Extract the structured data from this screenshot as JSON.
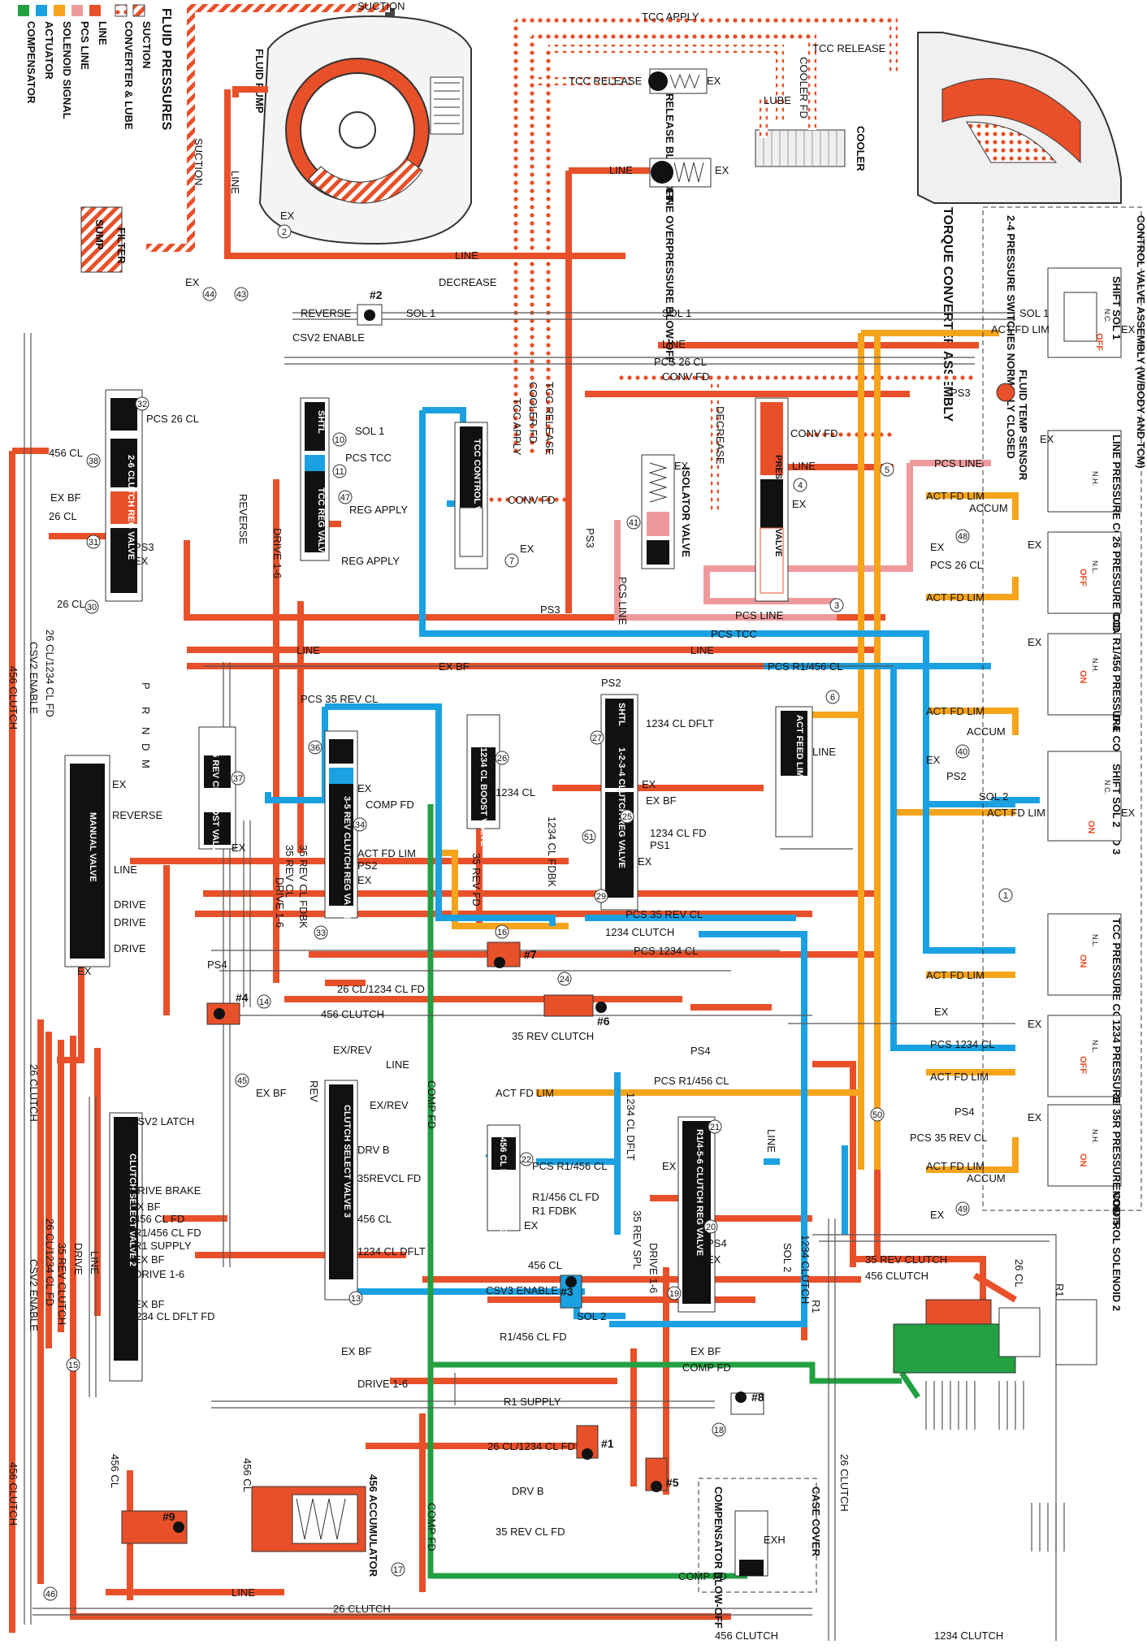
{
  "legend": {
    "title": "FLUID PRESSURES",
    "items": [
      {
        "label": "SUCTION",
        "pattern": "suction"
      },
      {
        "label": "CONVERTER & LUBE",
        "pattern": "converter"
      },
      {
        "label": "LINE",
        "color": "#e8502a"
      },
      {
        "label": "PCS LINE",
        "color": "#ee9a9c"
      },
      {
        "label": "SOLENOID SIGNAL",
        "color": "#f5a41c"
      },
      {
        "label": "ACTUATOR",
        "color": "#1ba1e2"
      },
      {
        "label": "COMPENSATOR",
        "color": "#22a042"
      }
    ]
  },
  "colors": {
    "line": "#e8502a",
    "pcs_line": "#ee9a9c",
    "solenoid_signal": "#f5a41c",
    "actuator": "#1ba1e2",
    "compensator": "#22a042",
    "exhaust": "#ffffff",
    "outline": "#333333",
    "valve_body": "#111111"
  },
  "components": {
    "fluid_pump": "FLUID PUMP",
    "filter": "FILTER",
    "sump": "SUMP",
    "cooler": "COOLER",
    "torque_converter": "TORQUE CONVERTER ASSEMBLY",
    "release_blowoff": "RELEASE BLOW-OFF",
    "line_overpressure_blowoff": "LINE OVERPRESSURE BLOW-OFF",
    "isolator_valve": "ISOLATOR VALVE",
    "pressure_reg_valve": "PRESSURE REG VALVE",
    "tcc_control_valve": "TCC CONTROL VALVE",
    "tcc_reg_valve": "TCC REG VALVE",
    "shtl": "SHTL",
    "clutch_26_reg_valve": "2-6 CLUTCH REG VALVE",
    "manual_valve": "MANUAL VALVE",
    "rev_cl_boost_valve": "35 REV CL BOOST VALVE",
    "rev_clutch_reg_valve": "3-5 REV CLUTCH REG VALVE",
    "cl_boost_1234": "1234 CL BOOST VALVE",
    "clutch_reg_1234": "1-2-3-4 CLUTCH REG VALVE",
    "act_feed_limit_valve": "ACT FEED LIMIT VALVE",
    "clutch_select_valve_3": "CLUTCH SELECT VALVE 3",
    "clutch_select_valve_2": "CLUTCH SELECT VALVE 2",
    "cl_boost_456": "456 CL BOOST VALVE",
    "clutch_reg_r1456": "R1/4-5-6 CLUTCH REG VALVE",
    "accumulator_456": "456 ACCUMULATOR",
    "compensator_blowoff": "COMPENSATOR BLOW-OFF",
    "case_cover": "CASE COVER",
    "control_valve_assembly": "CONTROL VALVE ASSEMBLY (W/BODY AND TCM)",
    "pressure_switches": "2-4 PRESSURE SWITCHES NORMALLY CLOSED",
    "fluid_temp_sensor": "FLUID TEMP SENSOR"
  },
  "solenoids": [
    {
      "name": "SHIFT SOL 1",
      "type": "N.C.",
      "state": "OFF"
    },
    {
      "name": "LINE PRESSURE CONTROL SOLENOID",
      "type": "N.H.",
      "state": ""
    },
    {
      "name": "26 PRESSURE CONTROL SOLENOID 4",
      "type": "N.L.",
      "state": "OFF"
    },
    {
      "name": "R1/456 PRESSURE CONTROL SOLENOID 3",
      "type": "N.H.",
      "state": "ON"
    },
    {
      "name": "SHIFT SOL 2",
      "type": "N.C.",
      "state": "ON"
    },
    {
      "name": "TCC PRESSURE CONTROL SOLENOID",
      "type": "N.L.",
      "state": "ON"
    },
    {
      "name": "1234 PRESSURE CONTROL SOLENOID 5",
      "type": "N.L.",
      "state": "OFF"
    },
    {
      "name": "35R PRESSURE CONTROL SOLENOID 2",
      "type": "N.H.",
      "state": "ON"
    }
  ],
  "gear_select": {
    "letters": [
      "P",
      "R",
      "N",
      "D",
      "M"
    ]
  },
  "labels": {
    "suction": "SUCTION",
    "tcc_apply": "TCC APPLY",
    "tcc_release": "TCC RELEASE",
    "cooler_fd": "COOLER FD",
    "lube": "LUBE",
    "line": "LINE",
    "decrease": "DECREASE",
    "reverse": "REVERSE",
    "sol1": "SOL 1",
    "sol2": "SOL 2",
    "csv2_enable": "CSV2 ENABLE",
    "csv3_enable": "CSV3 ENABLE",
    "csv2_latch": "CSV2 LATCH",
    "pcs_26cl": "PCS 26 CL",
    "conv_fd": "CONV FD",
    "ps1": "PS1",
    "ps2": "PS2",
    "ps3": "PS3",
    "ps4": "PS4",
    "pcs_line": "PCS LINE",
    "pcs_tcc": "PCS TCC",
    "pcs_r1_456cl": "PCS R1/456 CL",
    "pcs_35revcl": "PCS 35 REV CL",
    "pcs_1234cl": "PCS 1234 CL",
    "act_fd_lim": "ACT FD LIM",
    "ex": "EX",
    "exh": "EXH",
    "ex_bf": "EX BF",
    "ex_rev": "EX/REV",
    "reg_apply": "REG APPLY",
    "cl26": "26 CL",
    "cl456": "456 CL",
    "clutch456": "456 CLUTCH",
    "clutch26": "26 CLUTCH",
    "clutch35rev": "35 REV CLUTCH",
    "clutch1234": "1234 CLUTCH",
    "cl_1234": "1234 CL",
    "cl_1234_fdbk": "1234 CL FDBK",
    "cl_1234_fd": "1234 CL FD",
    "cl_1234_dflt": "1234 CL DFLT",
    "cl_1234_dflt_fd": "1234 CL DFLT FD",
    "cl26_1234_fd": "26 CL/1234 CL FD",
    "rev35_cl": "35 REV CL",
    "rev35_cl_fd": "35 REV CL FD",
    "rev35_fd": "35 REV FD",
    "rev35_cl_fdbk": "35 REV CL FDBK",
    "rev35_spl": "35 REV SPL",
    "revcl35_fd": "35REVCL FD",
    "r1_456_cl_fd": "R1/456 CL FD",
    "r1_fdbk": "R1 FDBK",
    "r1_supply": "R1 SUPPLY",
    "r1": "R1",
    "drive": "DRIVE",
    "drive16": "DRIVE 1-6",
    "drive_brake": "DRIVE BRAKE",
    "drv_b": "DRV B",
    "comp_fd": "COMP FD",
    "cl456_fd": "456 CL FD",
    "rev": "REV",
    "accum": "ACCUM"
  },
  "checkballs": [
    "#1",
    "#2",
    "#3",
    "#4",
    "#5",
    "#6",
    "#7",
    "#8",
    "#9"
  ],
  "orifices": [
    "1",
    "2",
    "3",
    "4",
    "5",
    "6",
    "7",
    "10",
    "11",
    "13",
    "14",
    "15",
    "16",
    "17",
    "18",
    "19",
    "20",
    "21",
    "22",
    "24",
    "25",
    "26",
    "27",
    "29",
    "30",
    "31",
    "32",
    "33",
    "34",
    "36",
    "37",
    "38",
    "40",
    "41",
    "43",
    "44",
    "45",
    "46",
    "47",
    "48",
    "49",
    "50",
    "51"
  ]
}
